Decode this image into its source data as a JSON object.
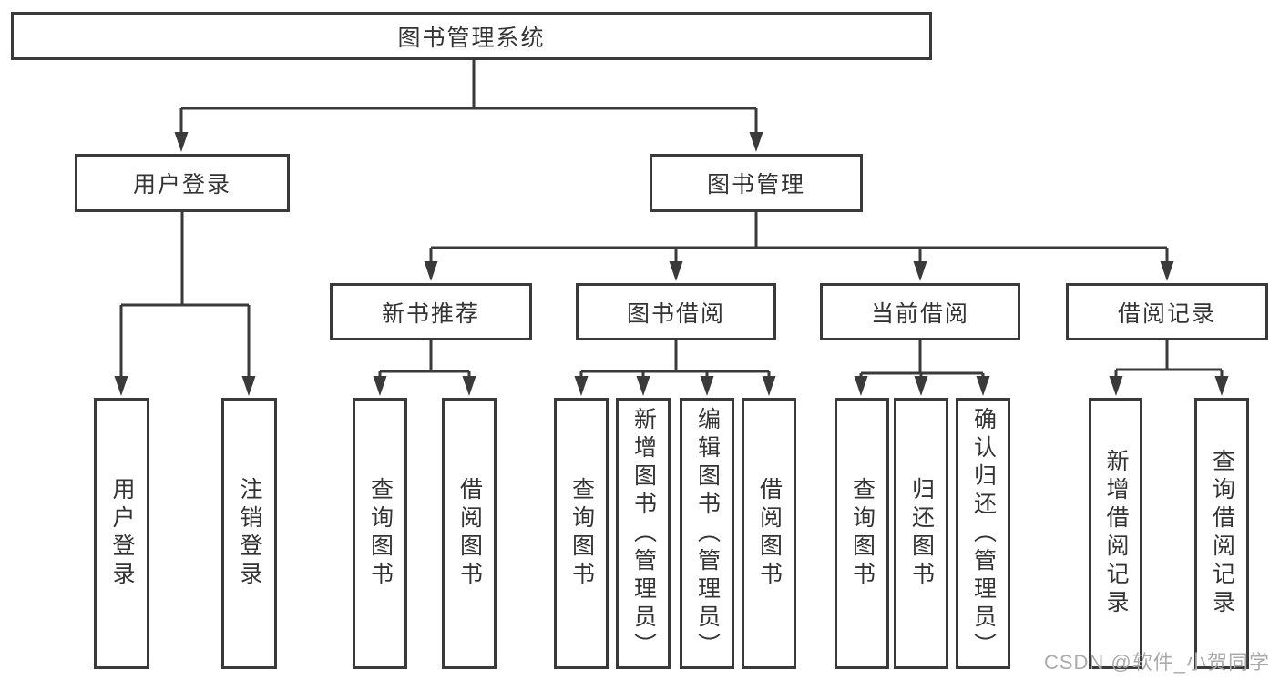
{
  "tree": {
    "root": {
      "label": "图书管理系统"
    },
    "branches": [
      {
        "label": "用户登录",
        "children": [
          {
            "label": "用户登录"
          },
          {
            "label": "注销登录"
          }
        ]
      },
      {
        "label": "图书管理",
        "children": [
          {
            "label": "新书推荐",
            "children": [
              {
                "label": "查询图书"
              },
              {
                "label": "借阅图书"
              }
            ]
          },
          {
            "label": "图书借阅",
            "children": [
              {
                "label": "查询图书"
              },
              {
                "label": "新增图书（管理员）"
              },
              {
                "label": "编辑图书（管理员）"
              },
              {
                "label": "借阅图书"
              }
            ]
          },
          {
            "label": "当前借阅",
            "children": [
              {
                "label": "查询图书"
              },
              {
                "label": "归还图书"
              },
              {
                "label": "确认归还（管理员）"
              }
            ]
          },
          {
            "label": "借阅记录",
            "children": [
              {
                "label": "新增借阅记录"
              },
              {
                "label": "查询借阅记录"
              }
            ]
          }
        ]
      }
    ]
  },
  "watermark": {
    "text": "CSDN @软件_小贺同学"
  },
  "colors": {
    "line": "#3a3a3a",
    "border": "#3a3a3a",
    "text": "#333333",
    "background": "#ffffff",
    "watermark": "#ababab"
  }
}
